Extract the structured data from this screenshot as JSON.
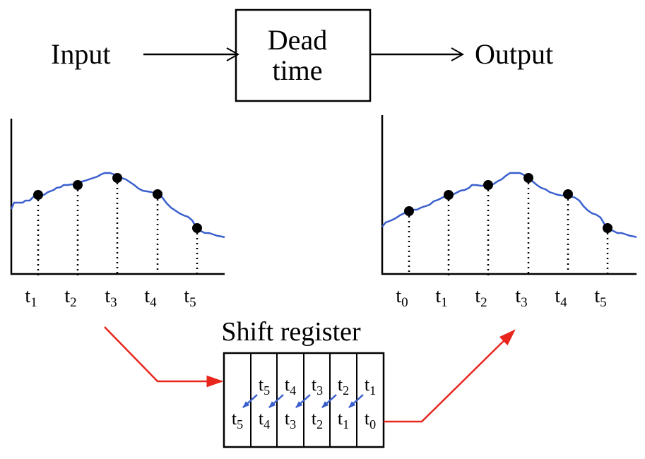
{
  "block": {
    "input_label": "Input",
    "output_label": "Output",
    "box_line1": "Dead",
    "box_line2": "time"
  },
  "input_plot": {
    "ticks": [
      {
        "t": "t",
        "sub": "1"
      },
      {
        "t": "t",
        "sub": "2"
      },
      {
        "t": "t",
        "sub": "3"
      },
      {
        "t": "t",
        "sub": "4"
      },
      {
        "t": "t",
        "sub": "5"
      }
    ]
  },
  "output_plot": {
    "ticks": [
      {
        "t": "t",
        "sub": "0"
      },
      {
        "t": "t",
        "sub": "1"
      },
      {
        "t": "t",
        "sub": "2"
      },
      {
        "t": "t",
        "sub": "3"
      },
      {
        "t": "t",
        "sub": "4"
      },
      {
        "t": "t",
        "sub": "5"
      }
    ]
  },
  "register": {
    "title": "Shift register",
    "top_row": [
      {
        "t": "",
        "sub": ""
      },
      {
        "t": "t",
        "sub": "5"
      },
      {
        "t": "t",
        "sub": "4"
      },
      {
        "t": "t",
        "sub": "3"
      },
      {
        "t": "t",
        "sub": "2"
      },
      {
        "t": "t",
        "sub": "1"
      }
    ],
    "bottom_row": [
      {
        "t": "t",
        "sub": "5"
      },
      {
        "t": "t",
        "sub": "4"
      },
      {
        "t": "t",
        "sub": "3"
      },
      {
        "t": "t",
        "sub": "2"
      },
      {
        "t": "t",
        "sub": "1"
      },
      {
        "t": "t",
        "sub": "0"
      }
    ]
  },
  "colors": {
    "signal": "#3a5fcd",
    "flow_arrow": "#e8261c",
    "shift_arrow": "#3a5fcd",
    "ink": "#000000"
  }
}
